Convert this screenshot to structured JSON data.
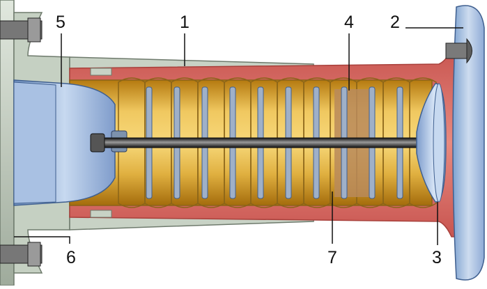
{
  "diagram": {
    "callouts": [
      {
        "id": "c1",
        "text": "1"
      },
      {
        "id": "c2",
        "text": "2"
      },
      {
        "id": "c3",
        "text": "3"
      },
      {
        "id": "c4",
        "text": "4"
      },
      {
        "id": "c5",
        "text": "5"
      },
      {
        "id": "c6",
        "text": "6"
      },
      {
        "id": "c7",
        "text": "7"
      }
    ]
  },
  "colors": {
    "background": "#ffffff",
    "bracket": "#c5d0c2",
    "bracket_stroke": "#6e7a6c",
    "housing_red": "#d86860",
    "housing_red_dark": "#a8403b",
    "corrugation_gold": "#d9a838",
    "corrugation_dark": "#8a6418",
    "inner_gold": "#c58a20",
    "highlight_block": "#b98a5a",
    "tie_rod": "#2c2c2c",
    "spacer_rings": "#9fb0c8",
    "cup_blue": "#8fb0d9",
    "cap_blue": "#9bb9de",
    "bolt_grey": "#7a7a7a"
  }
}
